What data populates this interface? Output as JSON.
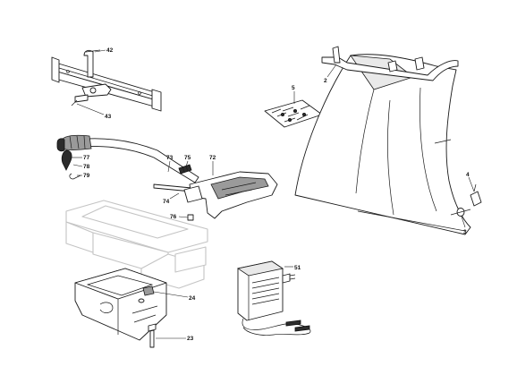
{
  "callouts": [
    {
      "id": "c42",
      "label": "42"
    },
    {
      "id": "c43",
      "label": "43"
    },
    {
      "id": "c5",
      "label": "5"
    },
    {
      "id": "c2",
      "label": "2"
    },
    {
      "id": "c77",
      "label": "77"
    },
    {
      "id": "c78",
      "label": "78"
    },
    {
      "id": "c79",
      "label": "79"
    },
    {
      "id": "c73",
      "label": "73"
    },
    {
      "id": "c75",
      "label": "75"
    },
    {
      "id": "c72",
      "label": "72"
    },
    {
      "id": "c74",
      "label": "74"
    },
    {
      "id": "c76",
      "label": "76"
    },
    {
      "id": "c4",
      "label": "4"
    },
    {
      "id": "c3",
      "label": "3"
    },
    {
      "id": "c51",
      "label": "51"
    },
    {
      "id": "c24",
      "label": "24"
    },
    {
      "id": "c23",
      "label": "23"
    }
  ]
}
